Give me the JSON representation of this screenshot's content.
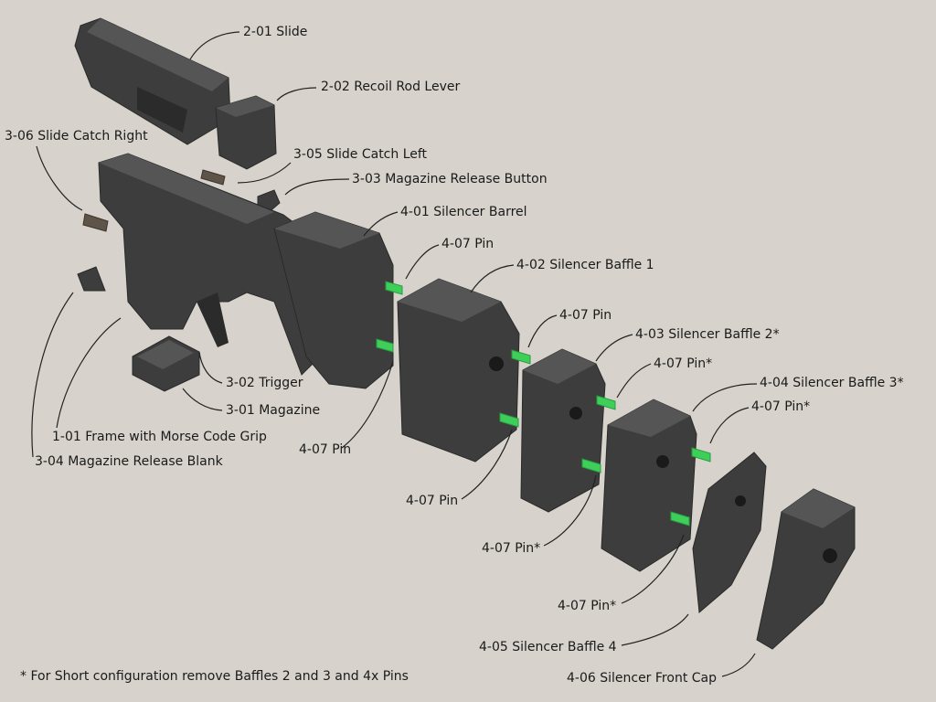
{
  "labels": {
    "slide": "2-01 Slide",
    "recoil_rod_lever": "2-02 Recoil Rod Lever",
    "slide_catch_right": "3-06 Slide Catch Right",
    "slide_catch_left": "3-05 Slide Catch Left",
    "mag_release_button": "3-03 Magazine Release Button",
    "silencer_barrel": "4-01 Silencer Barrel",
    "pin_a": "4-07 Pin",
    "baffle_1": "4-02 Silencer Baffle 1",
    "pin_b": "4-07 Pin",
    "baffle_2": "4-03 Silencer Baffle 2*",
    "pin_c": "4-07 Pin*",
    "baffle_3": "4-04 Silencer Baffle 3*",
    "pin_d": "4-07 Pin*",
    "trigger": "3-02 Trigger",
    "magazine": "3-01 Magazine",
    "frame": "1-01 Frame with Morse Code Grip",
    "mag_release_blank": "3-04 Magazine Release Blank",
    "pin_e": "4-07 Pin",
    "pin_f": "4-07 Pin",
    "pin_g": "4-07 Pin*",
    "pin_h": "4-07 Pin*",
    "baffle_4": "4-05 Silencer Baffle 4",
    "front_cap": "4-06 Silencer Front Cap"
  },
  "footnote": "* For Short configuration remove Baffles 2 and 3 and 4x Pins",
  "colors": {
    "background": "#d7d3cc",
    "part": "#3d3d3d",
    "pin": "#3ecf5a"
  }
}
